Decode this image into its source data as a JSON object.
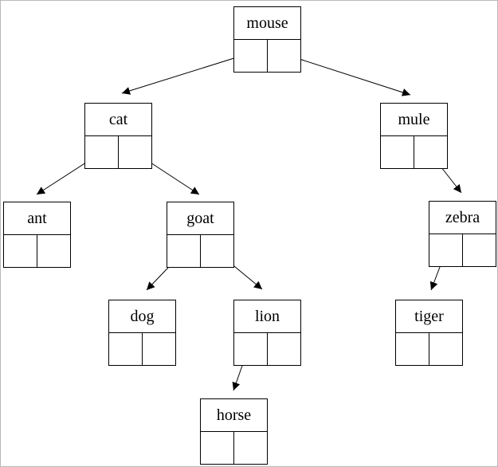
{
  "diagram": {
    "type": "binary-tree",
    "background_color": "#ffffff",
    "line_color": "#000000",
    "nodes": [
      {
        "id": "mouse",
        "label": "mouse",
        "left_child": "cat",
        "right_child": "mule"
      },
      {
        "id": "cat",
        "label": "cat",
        "left_child": "ant",
        "right_child": "goat"
      },
      {
        "id": "mule",
        "label": "mule",
        "left_child": null,
        "right_child": "zebra"
      },
      {
        "id": "ant",
        "label": "ant",
        "left_child": null,
        "right_child": null
      },
      {
        "id": "goat",
        "label": "goat",
        "left_child": "dog",
        "right_child": "lion"
      },
      {
        "id": "zebra",
        "label": "zebra",
        "left_child": "tiger",
        "right_child": null
      },
      {
        "id": "dog",
        "label": "dog",
        "left_child": null,
        "right_child": null
      },
      {
        "id": "lion",
        "label": "lion",
        "left_child": "horse",
        "right_child": null
      },
      {
        "id": "tiger",
        "label": "tiger",
        "left_child": null,
        "right_child": null
      },
      {
        "id": "horse",
        "label": "horse",
        "left_child": null,
        "right_child": null
      }
    ],
    "edges": [
      {
        "from": "mouse",
        "pointer": "left",
        "to": "cat"
      },
      {
        "from": "mouse",
        "pointer": "right",
        "to": "mule"
      },
      {
        "from": "cat",
        "pointer": "left",
        "to": "ant"
      },
      {
        "from": "cat",
        "pointer": "right",
        "to": "goat"
      },
      {
        "from": "mule",
        "pointer": "right",
        "to": "zebra"
      },
      {
        "from": "goat",
        "pointer": "left",
        "to": "dog"
      },
      {
        "from": "goat",
        "pointer": "right",
        "to": "lion"
      },
      {
        "from": "zebra",
        "pointer": "left",
        "to": "tiger"
      },
      {
        "from": "lion",
        "pointer": "left",
        "to": "horse"
      }
    ]
  }
}
